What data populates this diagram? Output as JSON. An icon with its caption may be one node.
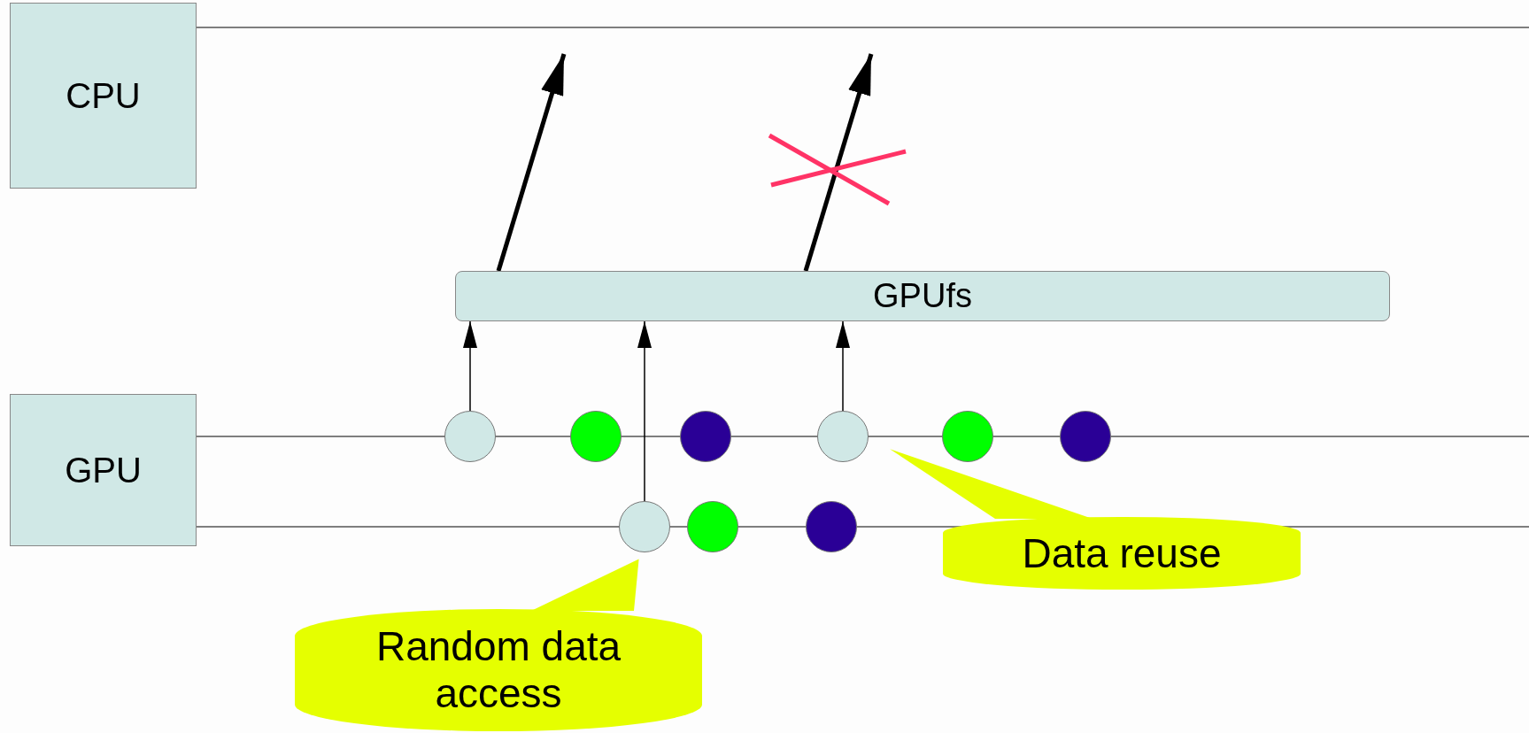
{
  "diagram": {
    "nodes": [
      {
        "text": [
          "CPU"
        ]
      },
      {
        "text": [
          "GPU"
        ]
      },
      {
        "text": [
          "GPUfs"
        ]
      },
      {
        "text": [],
        "shape": "circle"
      },
      {
        "text": [],
        "shape": "circle"
      },
      {
        "text": [],
        "shape": "circle"
      },
      {
        "text": [],
        "shape": "circle"
      },
      {
        "text": [],
        "shape": "circle"
      },
      {
        "text": [],
        "shape": "circle"
      },
      {
        "text": [],
        "shape": "circle"
      },
      {
        "text": [],
        "shape": "circle"
      },
      {
        "text": [],
        "shape": "circle"
      },
      {
        "text": [
          "Data reuse"
        ]
      },
      {
        "text": [
          "Random data access"
        ]
      }
    ],
    "edges": [
      {
        "from": 2,
        "to": null,
        "arrow": "to",
        "style": "thick"
      },
      {
        "from": 2,
        "to": null,
        "arrow": "to",
        "style": "thick"
      },
      {
        "from": 3,
        "to": 2,
        "arrow": "to"
      },
      {
        "from": 9,
        "to": 2,
        "arrow": "to"
      },
      {
        "from": 6,
        "to": 2,
        "arrow": "to"
      },
      {
        "from": 12,
        "to": 6,
        "arrow": "none"
      },
      {
        "from": 13,
        "to": 9,
        "arrow": "none"
      }
    ]
  }
}
